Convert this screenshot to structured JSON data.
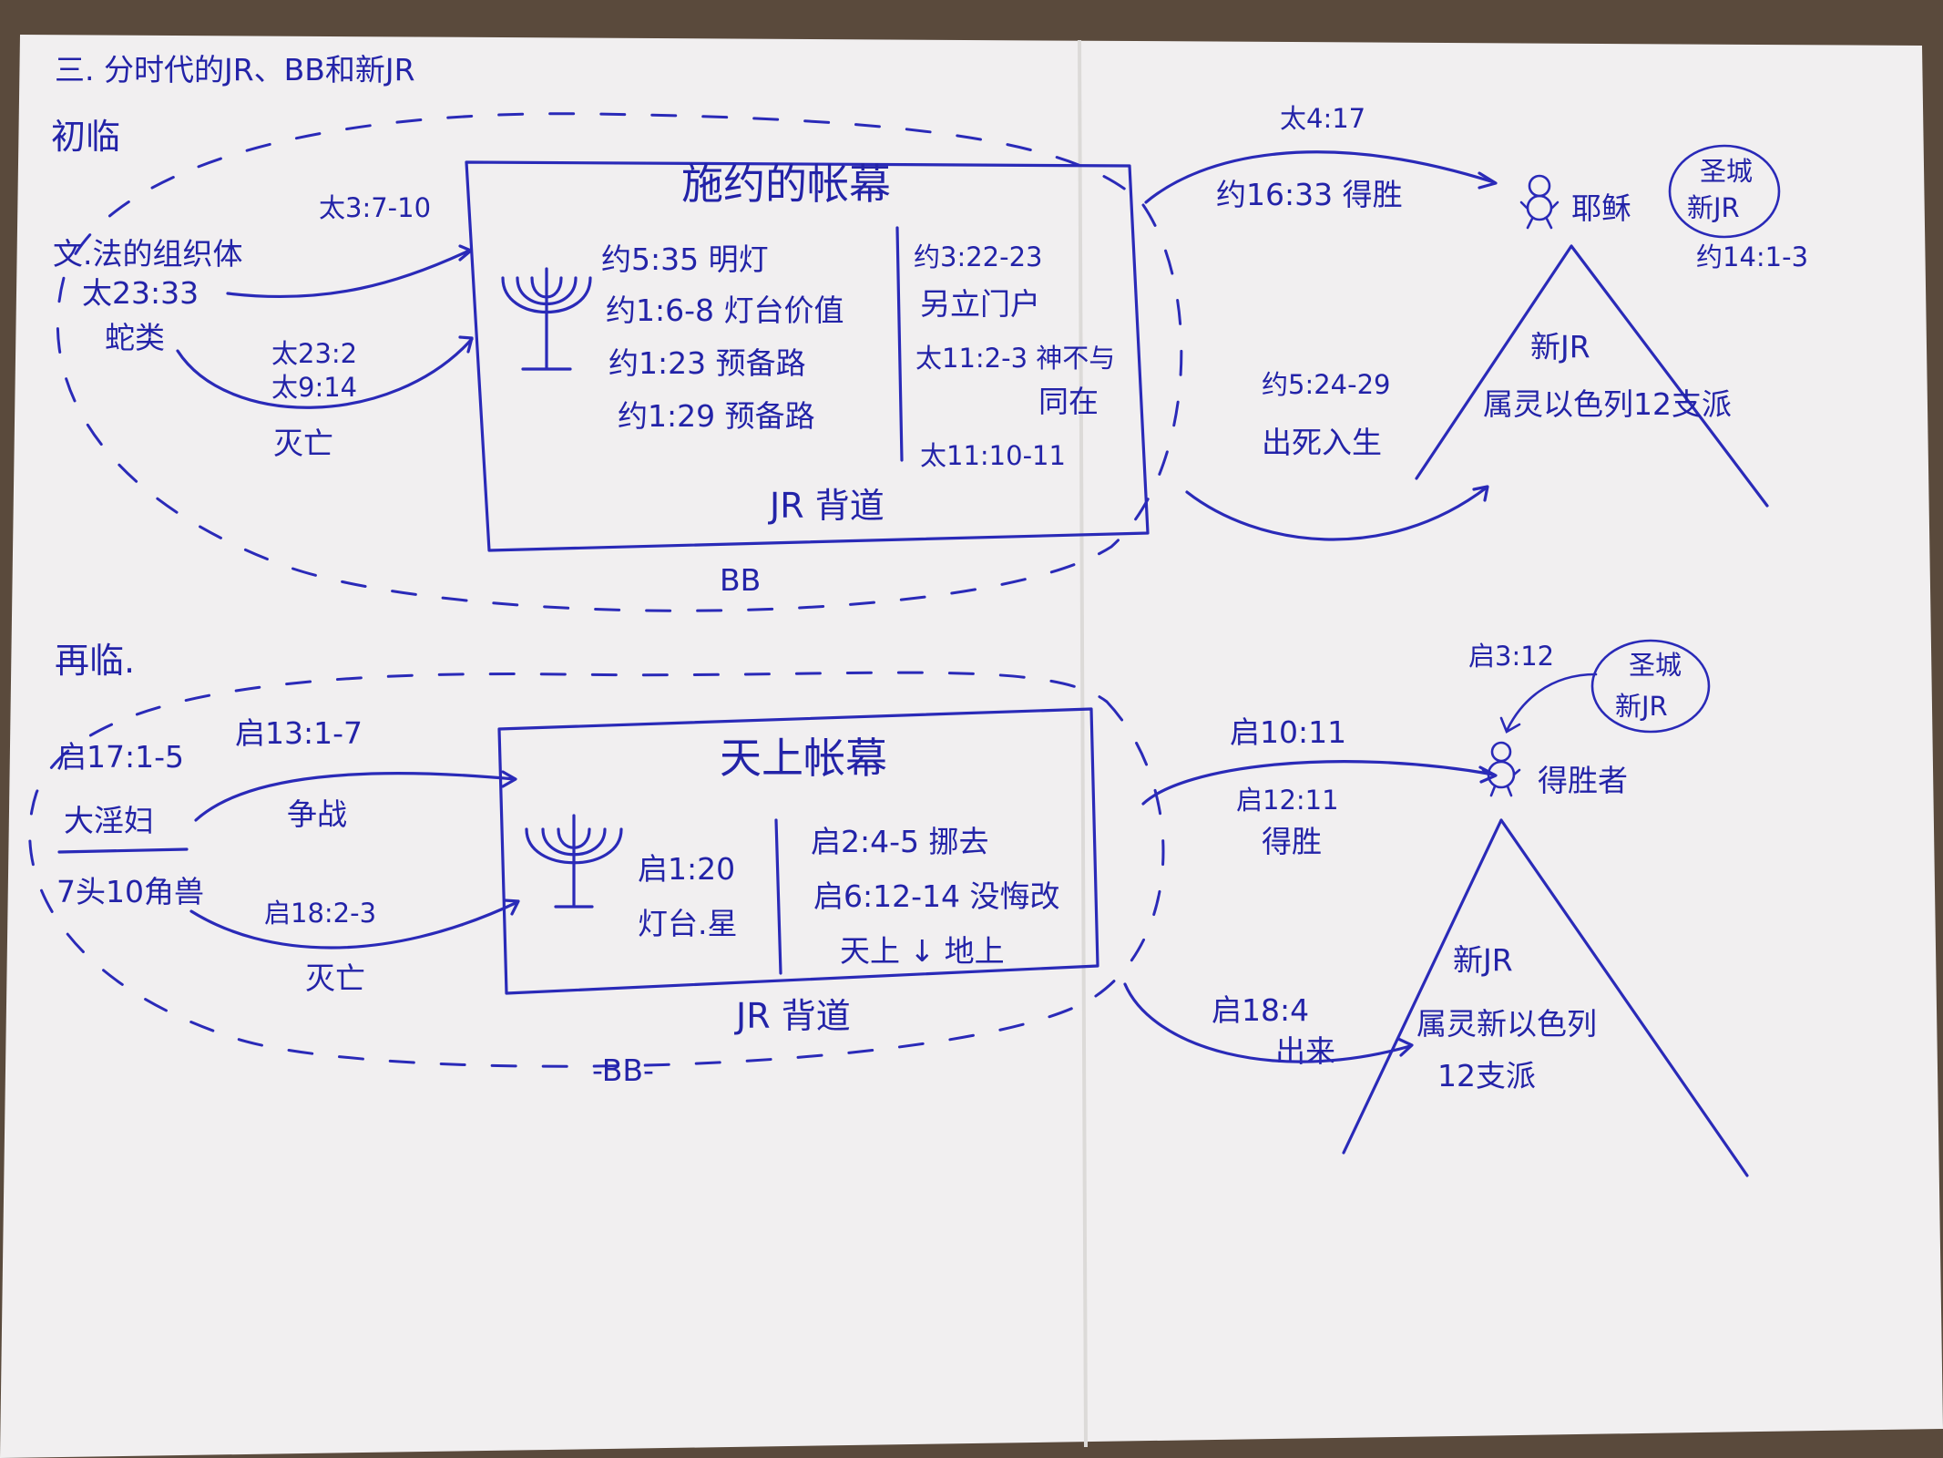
{
  "title": "三. 分时代的JR、BB和新JR",
  "first_coming": {
    "label": "初临",
    "left": {
      "org": "文.法的组织体",
      "ref": "太23:33",
      "snake": "蛇类",
      "top_ref": "太3:7-10",
      "mid_ref_1": "太23:2",
      "mid_ref_2": "太9:14",
      "destroy": "灭亡"
    },
    "box": {
      "title": "施约的帐幕",
      "left_lines": [
        "约5:35  明灯",
        "约1:6-8  灯台价值",
        "约1:23  预备路",
        "约1:29  预备路"
      ],
      "right_lines": [
        "约3:22-23",
        "另立门户",
        "太11:2-3 神不与",
        "同在",
        "太11:10-11"
      ],
      "footer": "JR  背道"
    },
    "bb": "BB",
    "right": {
      "top_ref": "太4:17",
      "ref": "约16:33  得胜",
      "person": "耶稣",
      "city_1": "圣城",
      "city_2": "新JR",
      "city_ref": "约14:1-3",
      "new_jr": "新JR",
      "new_jr_desc": "属灵以色列12支派",
      "lower_ref": "约5:24-29",
      "lower_desc": "出死入生"
    }
  },
  "second_coming": {
    "label": "再临.",
    "left": {
      "ref": "启17:1-5",
      "top_ref": "启13:1-7",
      "harlot": "大淫妇",
      "war": "争战",
      "beast": "7头10角兽",
      "lower_ref": "启18:2-3",
      "destroy": "灭亡"
    },
    "box": {
      "title": "天上帐幕",
      "lamp_ref": "启1:20",
      "lamp_desc": "灯台.星",
      "right_lines": [
        "启2:4-5  挪去",
        "启6:12-14 没悔改",
        "天上 ↓ 地上"
      ],
      "footer": "JR  背道"
    },
    "bb": "-BB-",
    "right": {
      "top_ref_1": "启10:11",
      "top_ref_2": "启12:11",
      "overcome": "得胜",
      "overcomer": "得胜者",
      "rev_ref": "启3:12",
      "city_1": "圣城",
      "city_2": "新JR",
      "lower_ref": "启18:4",
      "come_out": "出来",
      "new_jr": "新JR",
      "new_jr_desc_1": "属灵新以色列",
      "new_jr_desc_2": "12支派"
    }
  }
}
